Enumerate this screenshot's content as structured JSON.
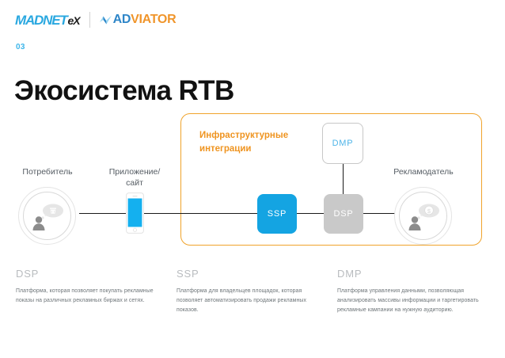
{
  "header": {
    "logo_primary": {
      "word": "MADNET",
      "suffix": "eX",
      "icon": "madnet-logo"
    },
    "logo_secondary": {
      "prefix": "AD",
      "suffix": "VIATOR",
      "icon": "adviator-checkmark-icon"
    },
    "divider": "logo-divider"
  },
  "slide": {
    "number": "03",
    "title": "Экосистема RTB"
  },
  "diagram": {
    "group_title": "Инфраструктурные\nинтеграции",
    "group_title_line1": "Инфраструктурные",
    "group_title_line2": "интеграции",
    "labels": {
      "consumer": "Потребитель",
      "app": "Приложение/\nсайт",
      "app_line1": "Приложение/",
      "app_line2": "сайт",
      "advertiser": "Рекламодатель"
    },
    "nodes": [
      {
        "id": "ssp",
        "label": "SSP",
        "fill": "#14a4e2",
        "text_color": "#ffffff"
      },
      {
        "id": "dsp",
        "label": "DSP",
        "fill": "#c9c9c9",
        "text_color": "#ffffff"
      },
      {
        "id": "dmp",
        "label": "DMP",
        "fill": "#ffffff",
        "text_color": "#4db4e8"
      }
    ],
    "icons": {
      "consumer": "person-with-cart-thought-icon",
      "advertiser": "person-with-money-thought-icon",
      "app": "smartphone-icon"
    }
  },
  "legend": [
    {
      "term": "DSP",
      "description": "Платформа, которая позволяет покупать рекламные показы на различных рекламных биржах и сетях."
    },
    {
      "term": "SSP",
      "description": "Платформа для владельцев площадок, которая позволяет автоматизировать продажи рекламных показов."
    },
    {
      "term": "DMP",
      "description": "Платформа управления данными, позволяющая анализировать массивы информации и таргетировать рекламные кампании на нужную аудиторию."
    }
  ],
  "colors": {
    "accent_blue": "#14a4e2",
    "accent_orange": "#ef9420",
    "light_blue": "#3fb6ea",
    "gray": "#c9c9c9",
    "title_black": "#111111"
  }
}
